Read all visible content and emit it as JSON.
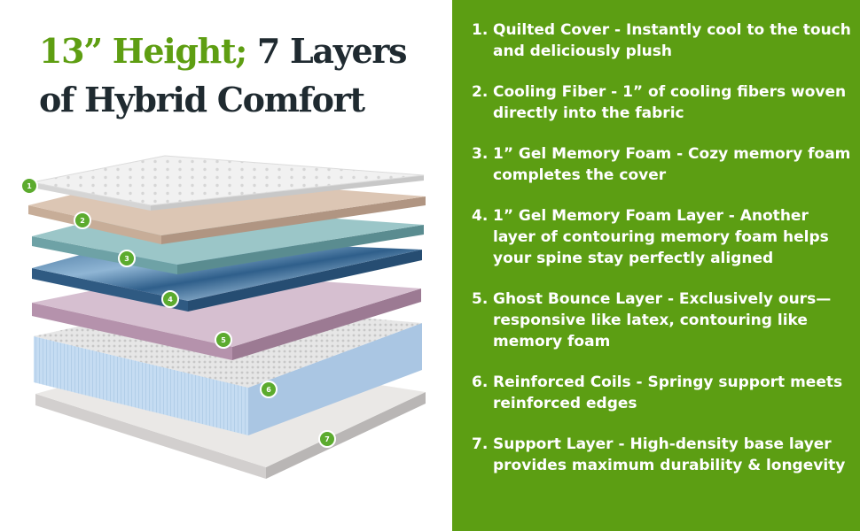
{
  "heading": {
    "accent": "13” Height;",
    "rest": " 7 Layers of Hybrid Comfort"
  },
  "colors": {
    "brand_green": "#5c9e13",
    "heading_dark": "#1f2a30",
    "badge_green": "#5cab2e"
  },
  "layers": [
    {
      "badge": "1",
      "text": "1. Quilted Cover - Instantly cool to the touch and deliciously plush"
    },
    {
      "badge": "2",
      "text": "2. Cooling Fiber - 1” of cooling fibers woven directly into the fabric"
    },
    {
      "badge": "3",
      "text": "3. 1” Gel Memory Foam - Cozy memory foam completes the cover"
    },
    {
      "badge": "4",
      "text": "4. 1” Gel Memory Foam Layer - Another layer of contouring memory foam helps your spine stay perfectly aligned"
    },
    {
      "badge": "5",
      "text": "5. Ghost Bounce Layer - Exclusively ours—responsive like latex, contouring like memory foam"
    },
    {
      "badge": "6",
      "text": "6. Reinforced Coils - Springy support meets reinforced edges"
    },
    {
      "badge": "7",
      "text": "7. Support Layer - High-density base layer provides maximum durability & longevity"
    }
  ]
}
